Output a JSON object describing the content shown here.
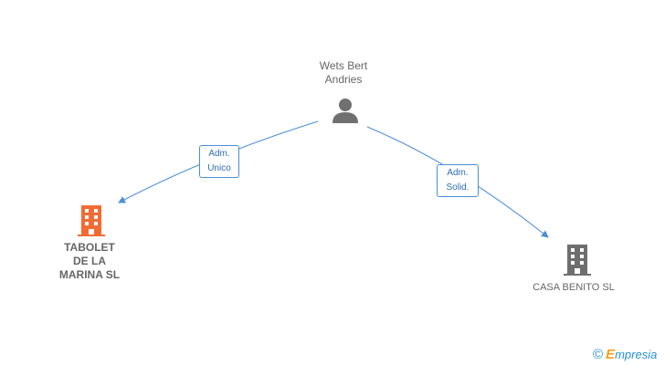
{
  "person": {
    "name": "Wets Bert\nAndries"
  },
  "companies": [
    {
      "name": "TABOLET\nDE LA\nMARINA SL",
      "color": "#f26b34"
    },
    {
      "name": "CASA BENITO SL",
      "color": "#6e6e6e"
    }
  ],
  "edges": [
    {
      "label": "Adm.\nUnico",
      "from": "Wets Bert Andries",
      "to": "TABOLET DE LA MARINA SL"
    },
    {
      "label": "Adm.\nSolid.",
      "from": "Wets Bert Andries",
      "to": "CASA BENITO SL"
    }
  ],
  "colors": {
    "edge": "#4a8ed6",
    "person_icon": "#707070"
  },
  "footer": {
    "copyright_symbol": "©",
    "brand_initial": "E",
    "brand_rest": "mpresia"
  }
}
